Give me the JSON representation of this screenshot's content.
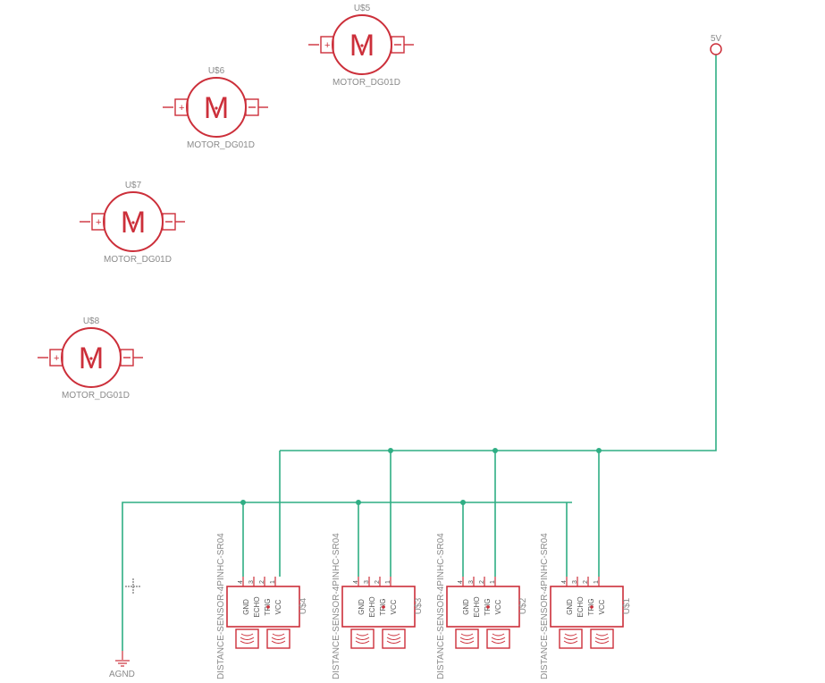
{
  "colors": {
    "component": "#cc2f3a",
    "wire": "#2fae84",
    "label": "#8a8a8a",
    "background": "#ffffff"
  },
  "motors": [
    {
      "ref": "U$5",
      "value": "MOTOR_DG01D",
      "symbol": "M"
    },
    {
      "ref": "U$6",
      "value": "MOTOR_DG01D",
      "symbol": "M"
    },
    {
      "ref": "U$7",
      "value": "MOTOR_DG01D",
      "symbol": "M"
    },
    {
      "ref": "U$8",
      "value": "MOTOR_DG01D",
      "symbol": "M"
    }
  ],
  "sensors": [
    {
      "ref": "U$4",
      "value": "DISTANCE-SENSOR-4PINHC-SR04",
      "pins": [
        "GND",
        "ECHO",
        "TRIG",
        "VCC"
      ],
      "pin_numbers": [
        "4",
        "3",
        "2",
        "1"
      ]
    },
    {
      "ref": "U$3",
      "value": "DISTANCE-SENSOR-4PINHC-SR04",
      "pins": [
        "GND",
        "ECHO",
        "TRIG",
        "VCC"
      ],
      "pin_numbers": [
        "4",
        "3",
        "2",
        "1"
      ]
    },
    {
      "ref": "U$2",
      "value": "DISTANCE-SENSOR-4PINHC-SR04",
      "pins": [
        "GND",
        "ECHO",
        "TRIG",
        "VCC"
      ],
      "pin_numbers": [
        "4",
        "3",
        "2",
        "1"
      ]
    },
    {
      "ref": "U$1",
      "value": "DISTANCE-SENSOR-4PINHC-SR04",
      "pins": [
        "GND",
        "ECHO",
        "TRIG",
        "VCC"
      ],
      "pin_numbers": [
        "4",
        "3",
        "2",
        "1"
      ]
    }
  ],
  "power": {
    "label": "5V"
  },
  "ground": {
    "label": "AGND"
  }
}
